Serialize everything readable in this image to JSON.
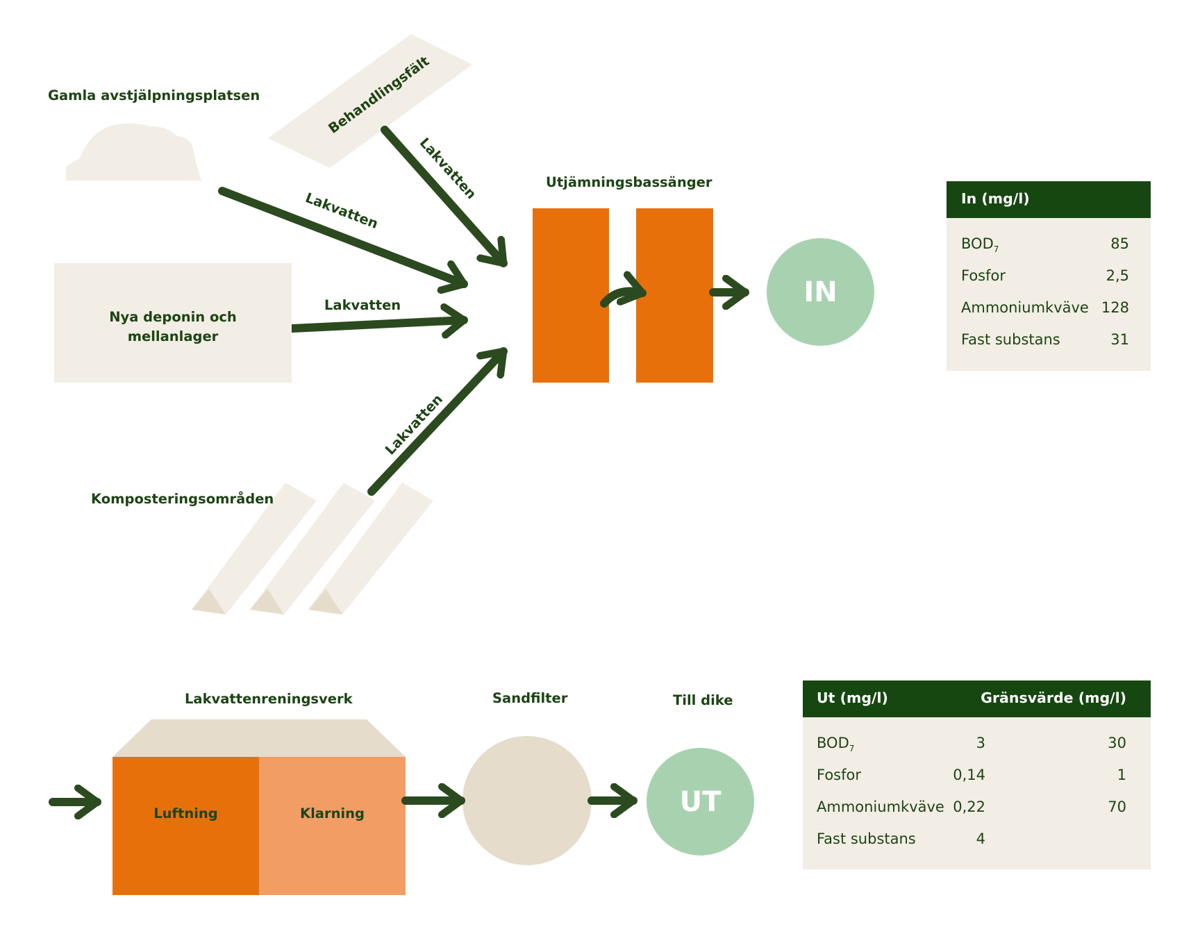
{
  "sources": {
    "old_dump": "Gamla avstjälpningsplatsen",
    "treatment_field": "Behandlingsfält",
    "new_landfill": "Nya deponin och mellanlager",
    "compost": "Komposteringsområden"
  },
  "flow_labels": {
    "leachate_1": "Lakvatten",
    "leachate_2": "Lakvatten",
    "leachate_3": "Lakvatten",
    "leachate_4": "Lakvatten"
  },
  "equalization": "Utjämningsbassänger",
  "in_circle": "IN",
  "out_circle": "UT",
  "plant": {
    "title": "Lakvattenreningsverk",
    "aeration": "Luftning",
    "clarification": "Klarning"
  },
  "sand_filter": "Sandfilter",
  "to_ditch": "Till dike",
  "table_in": {
    "header": "In (mg/l)",
    "rows": [
      {
        "name": "BOD",
        "sub": "7",
        "value": "85"
      },
      {
        "name": "Fosfor",
        "sub": "",
        "value": "2,5"
      },
      {
        "name": "Ammoniumkväve",
        "sub": "",
        "value": "128"
      },
      {
        "name": "Fast substans",
        "sub": "",
        "value": "31"
      }
    ]
  },
  "table_out": {
    "header_out": "Ut (mg/l)",
    "header_limit": "Gränsvärde (mg/l)",
    "rows": [
      {
        "name": "BOD",
        "sub": "7",
        "value": "3",
        "limit": "30"
      },
      {
        "name": "Fosfor",
        "sub": "",
        "value": "0,14",
        "limit": "1"
      },
      {
        "name": "Ammoniumkväve",
        "sub": "",
        "value": "0,22",
        "limit": "70"
      },
      {
        "name": "Fast substans",
        "sub": "",
        "value": "4",
        "limit": ""
      }
    ]
  },
  "colors": {
    "dark_green": "#2b4a1f",
    "header_green": "#164711",
    "orange": "#e8700b",
    "light_orange": "#f19d64",
    "beige": "#f2ede5",
    "tan": "#e6dccc",
    "mint": "#a8d1b0"
  }
}
